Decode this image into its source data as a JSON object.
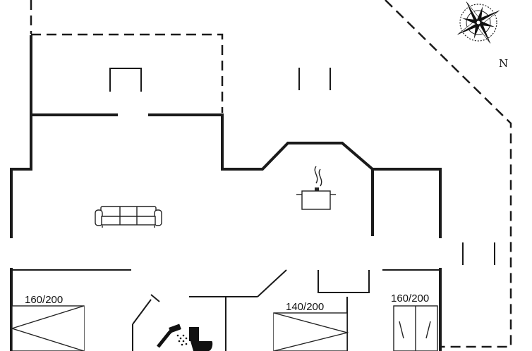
{
  "plan": {
    "north_label": "N",
    "bed_labels": [
      "160/200",
      "140/200",
      "160/200"
    ]
  },
  "icons": {
    "compass": "compass-rose-icon",
    "sofa": "sofa-icon",
    "pot": "cooking-pot-icon",
    "shower": "shower-head-icon",
    "toilet": "toilet-icon"
  },
  "colors": {
    "wall": "#1a1a1a",
    "background": "#ffffff"
  }
}
